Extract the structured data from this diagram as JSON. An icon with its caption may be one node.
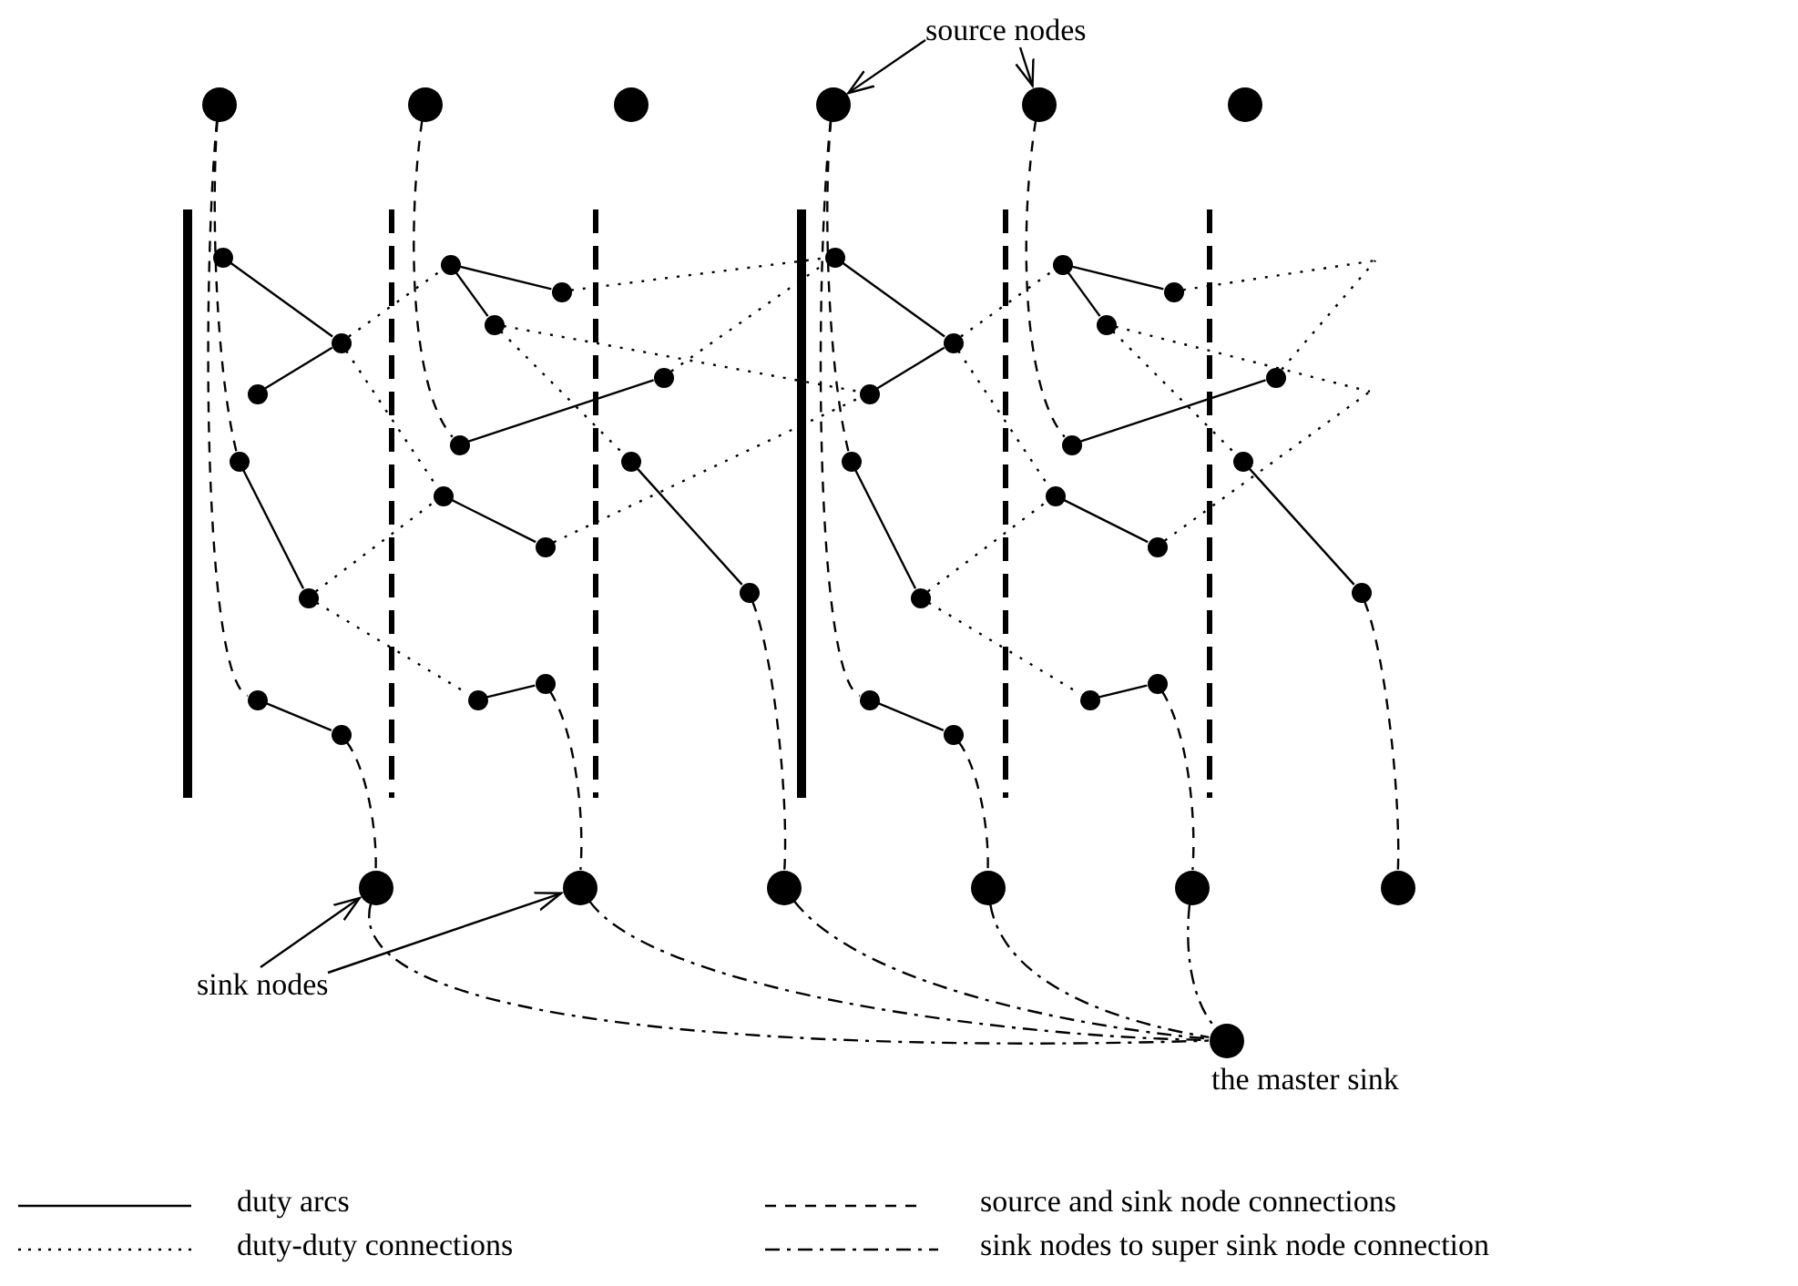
{
  "diagram": {
    "nodes": [
      {
        "text": [],
        "shape": "circle"
      },
      {
        "text": [],
        "shape": "circle"
      },
      {
        "text": [],
        "shape": "circle"
      },
      {
        "text": [],
        "shape": "circle"
      },
      {
        "text": [],
        "shape": "circle"
      },
      {
        "text": [],
        "shape": "circle"
      },
      {
        "text": [],
        "shape": "circle"
      },
      {
        "text": [],
        "shape": "circle"
      },
      {
        "text": [],
        "shape": "circle"
      },
      {
        "text": [],
        "shape": "circle"
      },
      {
        "text": [],
        "shape": "circle"
      },
      {
        "text": [],
        "shape": "circle"
      },
      {
        "text": [],
        "shape": "circle"
      },
      {
        "text": [],
        "shape": "circle"
      },
      {
        "text": [],
        "shape": "circle"
      },
      {
        "text": [],
        "shape": "circle"
      },
      {
        "text": [],
        "shape": "circle"
      },
      {
        "text": [],
        "shape": "circle"
      },
      {
        "text": [],
        "shape": "circle"
      },
      {
        "text": [],
        "shape": "circle"
      },
      {
        "text": [],
        "shape": "circle"
      },
      {
        "text": [],
        "shape": "circle"
      },
      {
        "text": [],
        "shape": "circle"
      },
      {
        "text": [],
        "shape": "circle"
      },
      {
        "text": [],
        "shape": "circle"
      },
      {
        "text": [],
        "shape": "circle"
      },
      {
        "text": [],
        "shape": "circle"
      },
      {
        "text": [],
        "shape": "circle"
      },
      {
        "text": [],
        "shape": "circle"
      },
      {
        "text": [],
        "shape": "circle"
      },
      {
        "text": [],
        "shape": "circle"
      },
      {
        "text": [],
        "shape": "circle"
      },
      {
        "text": [],
        "shape": "circle"
      },
      {
        "text": [],
        "shape": "circle"
      },
      {
        "text": [],
        "shape": "circle"
      },
      {
        "text": [],
        "shape": "circle"
      },
      {
        "text": [],
        "shape": "circle"
      },
      {
        "text": [],
        "shape": "circle"
      },
      {
        "text": [],
        "shape": "circle"
      },
      {
        "text": [],
        "shape": "circle"
      },
      {
        "text": [],
        "shape": "circle"
      },
      {
        "text": [],
        "shape": "circle"
      },
      {
        "text": [],
        "shape": "circle"
      },
      {
        "text": [],
        "shape": "circle"
      },
      {
        "text": [],
        "shape": "circle"
      },
      {
        "text": [],
        "shape": "circle"
      },
      {
        "text": [],
        "shape": "circle"
      },
      {
        "text": [],
        "shape": "circle"
      },
      {
        "text": [],
        "shape": "circle",
        "beside": [
          "the master sink"
        ]
      },
      {
        "text": [
          "source nodes"
        ]
      },
      {
        "text": [
          "sink nodes"
        ]
      }
    ],
    "edges": [
      {
        "from": 6,
        "to": 7,
        "arrow": "none"
      },
      {
        "from": 7,
        "to": 8,
        "arrow": "none"
      },
      {
        "from": 9,
        "to": 10,
        "arrow": "none"
      },
      {
        "from": 11,
        "to": 12,
        "arrow": "none"
      },
      {
        "from": 13,
        "to": 14,
        "arrow": "none"
      },
      {
        "from": 13,
        "to": 15,
        "arrow": "none"
      },
      {
        "from": 17,
        "to": 16,
        "arrow": "none"
      },
      {
        "from": 18,
        "to": 19,
        "arrow": "none"
      },
      {
        "from": 20,
        "to": 21,
        "arrow": "none"
      },
      {
        "from": 22,
        "to": 23,
        "arrow": "none"
      },
      {
        "from": 24,
        "to": 25,
        "arrow": "none"
      },
      {
        "from": 25,
        "to": 26,
        "arrow": "none"
      },
      {
        "from": 27,
        "to": 28,
        "arrow": "none"
      },
      {
        "from": 29,
        "to": 30,
        "arrow": "none"
      },
      {
        "from": 31,
        "to": 32,
        "arrow": "none"
      },
      {
        "from": 31,
        "to": 33,
        "arrow": "none"
      },
      {
        "from": 35,
        "to": 34,
        "arrow": "none"
      },
      {
        "from": 36,
        "to": 37,
        "arrow": "none"
      },
      {
        "from": 38,
        "to": 39,
        "arrow": "none"
      },
      {
        "from": 40,
        "to": 41,
        "arrow": "none"
      },
      {
        "from": 7,
        "to": 13,
        "arrow": "none",
        "style": "dashed"
      },
      {
        "from": 7,
        "to": 18,
        "arrow": "none",
        "style": "dashed"
      },
      {
        "from": 10,
        "to": 18,
        "arrow": "none",
        "style": "dashed"
      },
      {
        "from": 10,
        "to": 22,
        "arrow": "none",
        "style": "dashed"
      },
      {
        "from": 14,
        "to": 24,
        "arrow": "none",
        "style": "dashed"
      },
      {
        "from": 15,
        "to": 26,
        "arrow": "none",
        "style": "dashed"
      },
      {
        "from": 15,
        "to": 20,
        "arrow": "none",
        "style": "dashed"
      },
      {
        "from": 16,
        "to": 24,
        "arrow": "none",
        "style": "dashed"
      },
      {
        "from": 19,
        "to": 26,
        "arrow": "none",
        "style": "dashed"
      },
      {
        "from": 25,
        "to": 31,
        "arrow": "none",
        "style": "dashed"
      },
      {
        "from": 25,
        "to": 36,
        "arrow": "none",
        "style": "dashed"
      },
      {
        "from": 28,
        "to": 36,
        "arrow": "none",
        "style": "dashed"
      },
      {
        "from": 28,
        "to": 40,
        "arrow": "none",
        "style": "dashed"
      },
      {
        "from": 32,
        "to": null,
        "arrow": "none",
        "style": "dashed"
      },
      {
        "from": 33,
        "to": null,
        "arrow": "none",
        "style": "dashed"
      },
      {
        "from": 33,
        "to": 38,
        "arrow": "none",
        "style": "dashed"
      },
      {
        "from": 34,
        "to": null,
        "arrow": "none",
        "style": "dashed"
      },
      {
        "from": 37,
        "to": null,
        "arrow": "none",
        "style": "dashed"
      },
      {
        "from": 0,
        "to": 9,
        "arrow": "none",
        "style": "dashed"
      },
      {
        "from": 0,
        "to": 11,
        "arrow": "none",
        "style": "dashed"
      },
      {
        "from": 1,
        "to": 17,
        "arrow": "none",
        "style": "dashed"
      },
      {
        "from": 12,
        "to": 42,
        "arrow": "none",
        "style": "dashed"
      },
      {
        "from": 23,
        "to": 43,
        "arrow": "none",
        "style": "dashed"
      },
      {
        "from": 21,
        "to": 44,
        "arrow": "none",
        "style": "dashed"
      },
      {
        "from": 3,
        "to": 27,
        "arrow": "none",
        "style": "dashed"
      },
      {
        "from": 3,
        "to": 29,
        "arrow": "none",
        "style": "dashed"
      },
      {
        "from": 4,
        "to": 35,
        "arrow": "none",
        "style": "dashed"
      },
      {
        "from": 30,
        "to": 45,
        "arrow": "none",
        "style": "dashed"
      },
      {
        "from": 41,
        "to": 46,
        "arrow": "none",
        "style": "dashed"
      },
      {
        "from": 39,
        "to": 47,
        "arrow": "none",
        "style": "dashed"
      },
      {
        "from": 42,
        "to": 48,
        "arrow": "none",
        "style": "dashed"
      },
      {
        "from": 43,
        "to": 48,
        "arrow": "none",
        "style": "dashed"
      },
      {
        "from": 44,
        "to": 48,
        "arrow": "none",
        "style": "dashed"
      },
      {
        "from": 45,
        "to": 48,
        "arrow": "none",
        "style": "dashed"
      },
      {
        "from": 46,
        "to": 48,
        "arrow": "none",
        "style": "dashed"
      },
      {
        "from": 49,
        "to": 3,
        "arrow": "to"
      },
      {
        "from": 49,
        "to": 4,
        "arrow": "to"
      },
      {
        "from": 50,
        "to": 42,
        "arrow": "to"
      },
      {
        "from": 50,
        "to": 43,
        "arrow": "to"
      }
    ],
    "legend": [
      {
        "text": "duty arcs"
      },
      {
        "text": "source and sink node connections"
      },
      {
        "text": "duty-duty connections"
      },
      {
        "text": "sink nodes to super sink node connection"
      }
    ]
  }
}
